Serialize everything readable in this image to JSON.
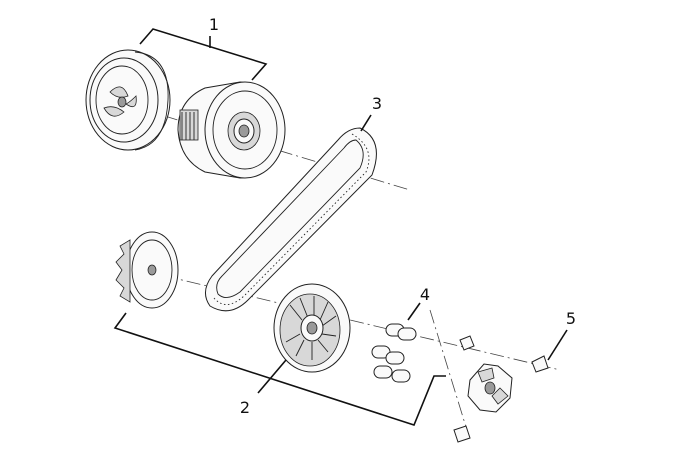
{
  "callouts": [
    {
      "id": "1",
      "text": "1"
    },
    {
      "id": "2",
      "text": "2"
    },
    {
      "id": "3",
      "text": "3"
    },
    {
      "id": "4",
      "text": "4"
    },
    {
      "id": "5",
      "text": "5"
    }
  ],
  "colors": {
    "line": "#111111",
    "background": "#ffffff",
    "shade": "#d8d8d8"
  }
}
